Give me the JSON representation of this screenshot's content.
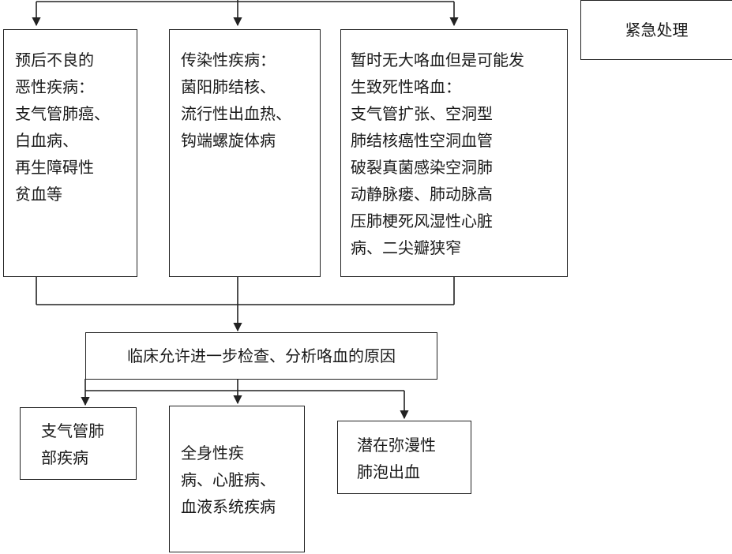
{
  "emergency": {
    "label": "紧急处理"
  },
  "poor_prognosis": {
    "lines": [
      "预后不良的",
      "恶性疾病：",
      "支气管肺癌、",
      "白血病、",
      "再生障碍性",
      "贫血等"
    ]
  },
  "infectious": {
    "lines": [
      "传染性疾病：",
      "菌阳肺结核、",
      "流行性出血热、",
      "钩端螺旋体病"
    ]
  },
  "potentially_fatal": {
    "lines": [
      "暂时无大咯血但是可能发",
      "生致死性咯血：",
      "支气管扩张、空洞型",
      "肺结核癌性空洞血管",
      "破裂真菌感染空洞肺",
      "动静脉瘘、肺动脉高",
      "压肺梗死风湿性心脏",
      "病、二尖瓣狭窄"
    ]
  },
  "clinical": {
    "label": "临床允许进一步检查、分析咯血的原因"
  },
  "bronchopulmonary": {
    "lines": [
      "支气管肺",
      "部疾病"
    ]
  },
  "systemic": {
    "lines": [
      "全身性疾",
      "病、心脏病、",
      "血液系统疾病"
    ]
  },
  "alveolar": {
    "lines": [
      "潜在弥漫性",
      "肺泡出血"
    ]
  }
}
